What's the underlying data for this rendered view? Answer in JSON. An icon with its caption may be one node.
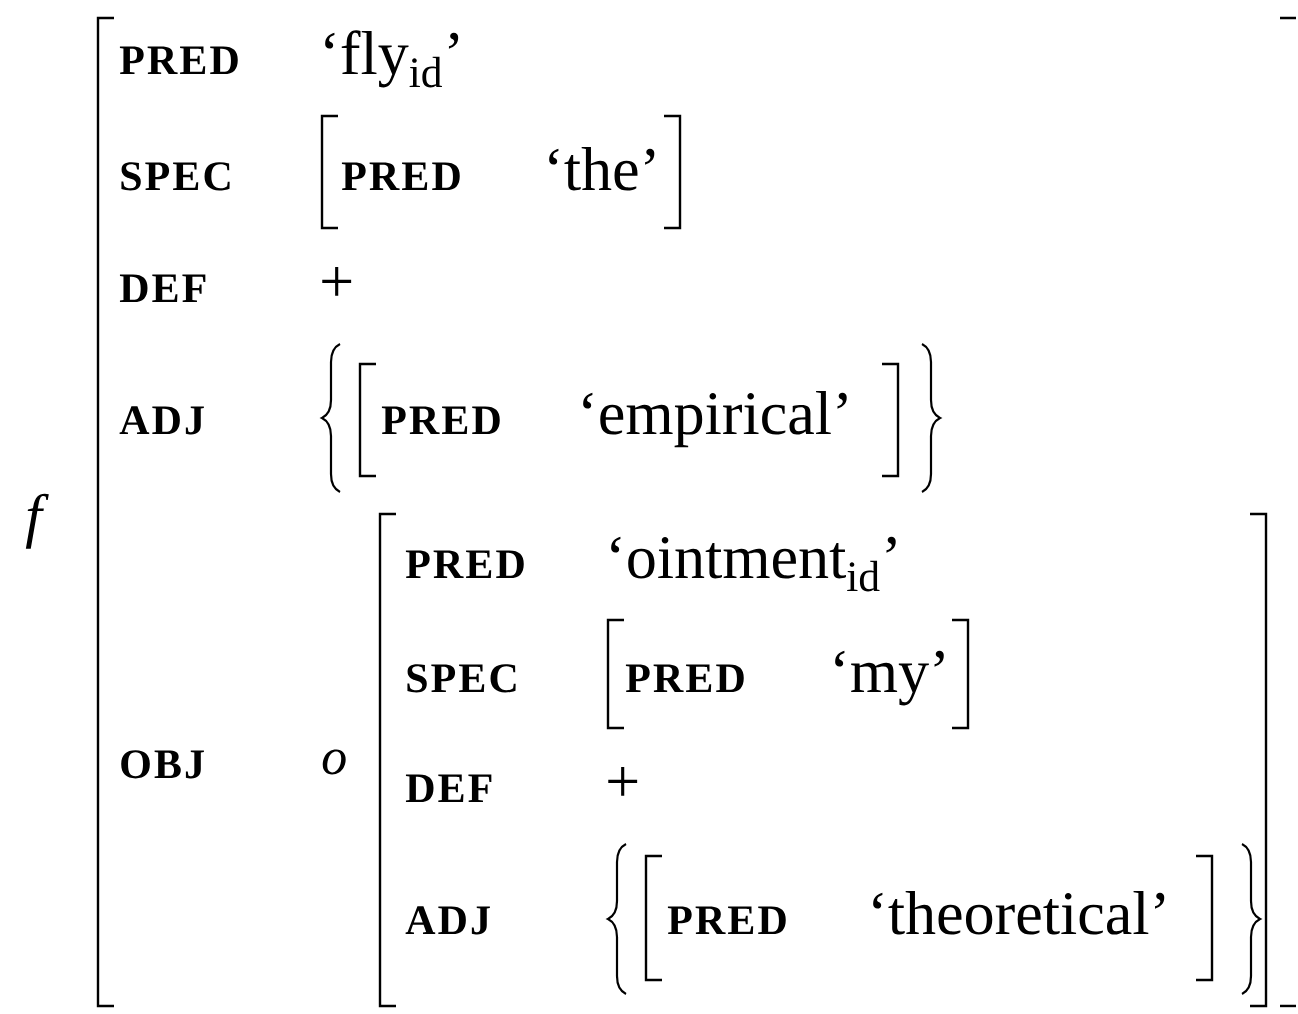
{
  "diagram": {
    "nodes": [
      {
        "text": [
          "PRED",
          "‘fly$_{id}$’",
          "SPEC",
          "DEF",
          "+",
          "ADJ",
          "OBJ"
        ],
        "beside": [
          "f"
        ]
      },
      {
        "text": [
          "PRED",
          "‘the’"
        ],
        "in": 0
      },
      {
        "text": [
          "PRED",
          "‘empirical’"
        ],
        "in": 0
      },
      {
        "text": [
          "PRED",
          "‘ointment$_{id}$’",
          "SPEC",
          "DEF",
          "+",
          "ADJ"
        ],
        "in": 0,
        "beside": [
          "o"
        ]
      },
      {
        "text": [
          "PRED",
          "‘my’"
        ],
        "in": 3
      },
      {
        "text": [
          "PRED",
          "‘theoretical’"
        ],
        "in": 3
      }
    ]
  }
}
